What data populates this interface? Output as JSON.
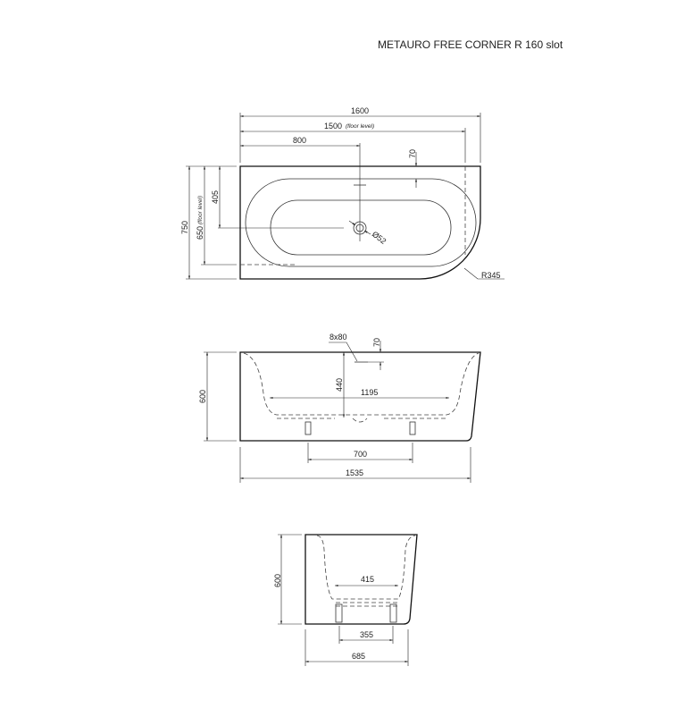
{
  "title": "METAURO FREE CORNER R 160 slot",
  "top_view": {
    "length": "1600",
    "floor_length": "1500",
    "floor_note": "(floor level)",
    "drain_offset_x": "800",
    "overflow_offset": "70",
    "width": "750",
    "floor_width": "650",
    "drain_offset_y": "405",
    "drain_diameter": "Ø52",
    "corner_radius": "R345"
  },
  "side_view": {
    "height": "600",
    "slot": "8x80",
    "slot_offset": "70",
    "drain_depth": "440",
    "inner_bottom": "1195",
    "feet_spacing": "700",
    "base_length": "1535"
  },
  "end_view": {
    "height": "600",
    "inner_bottom": "415",
    "feet_spacing": "355",
    "base_width": "685"
  }
}
